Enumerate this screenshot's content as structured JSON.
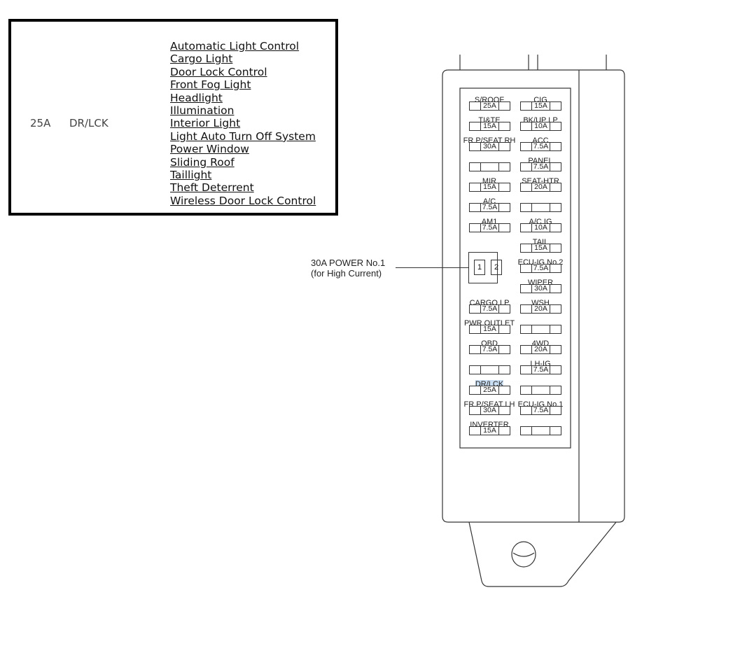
{
  "legend": {
    "amperage": "25A",
    "fuse_name": "DR/LCK",
    "circuits": [
      "Automatic Light Control",
      "Cargo Light",
      "Door Lock Control",
      "Front Fog Light",
      "Headlight",
      "Illumination",
      "Interior Light",
      "Light Auto Turn Off System",
      "Power Window",
      "Sliding Roof",
      "Taillight",
      "Theft Deterrent",
      "Wireless Door Lock Control"
    ]
  },
  "callout": {
    "line1": "30A POWER No.1",
    "line2": "(for High Current)"
  },
  "relay": {
    "pin1": "1",
    "pin2": "2"
  },
  "fuses_left": [
    {
      "name": "S/ROOF",
      "amp": "25A"
    },
    {
      "name": "TI&TE",
      "amp": "15A"
    },
    {
      "name": "FR P/SEAT RH",
      "amp": "30A"
    },
    {
      "name": "",
      "amp": ""
    },
    {
      "name": "MIR",
      "amp": "15A"
    },
    {
      "name": "A/C",
      "amp": "7.5A"
    },
    {
      "name": "AM1",
      "amp": "7.5A"
    },
    {
      "name": "CARGO LP",
      "amp": "7.5A"
    },
    {
      "name": "PWR OUTLET",
      "amp": "15A"
    },
    {
      "name": "OBD",
      "amp": "7.5A"
    },
    {
      "name": "",
      "amp": ""
    },
    {
      "name": "DR/LCK",
      "amp": "25A",
      "highlight": true
    },
    {
      "name": "FR P/SEAT LH",
      "amp": "30A"
    },
    {
      "name": "INVERTER",
      "amp": "15A"
    }
  ],
  "fuses_right": [
    {
      "name": "CIG",
      "amp": "15A"
    },
    {
      "name": "BK/UP LP",
      "amp": "10A"
    },
    {
      "name": "ACC",
      "amp": "7.5A"
    },
    {
      "name": "PANEL",
      "amp": "7.5A"
    },
    {
      "name": "SEAT-HTR",
      "amp": "20A"
    },
    {
      "name": "",
      "amp": ""
    },
    {
      "name": "A/C IG",
      "amp": "10A"
    },
    {
      "name": "TAIL",
      "amp": "15A"
    },
    {
      "name": "ECU-IG No.2",
      "amp": "7.5A"
    },
    {
      "name": "WIPER",
      "amp": "30A"
    },
    {
      "name": "WSH",
      "amp": "20A"
    },
    {
      "name": "",
      "amp": ""
    },
    {
      "name": "4WD",
      "amp": "20A"
    },
    {
      "name": "LH-IG",
      "amp": "7.5A"
    },
    {
      "name": "",
      "amp": ""
    },
    {
      "name": "ECU-IG No.1",
      "amp": "7.5A"
    },
    {
      "name": "",
      "amp": ""
    }
  ],
  "colors": {
    "line": "#333333",
    "highlight": "#c9def3"
  }
}
